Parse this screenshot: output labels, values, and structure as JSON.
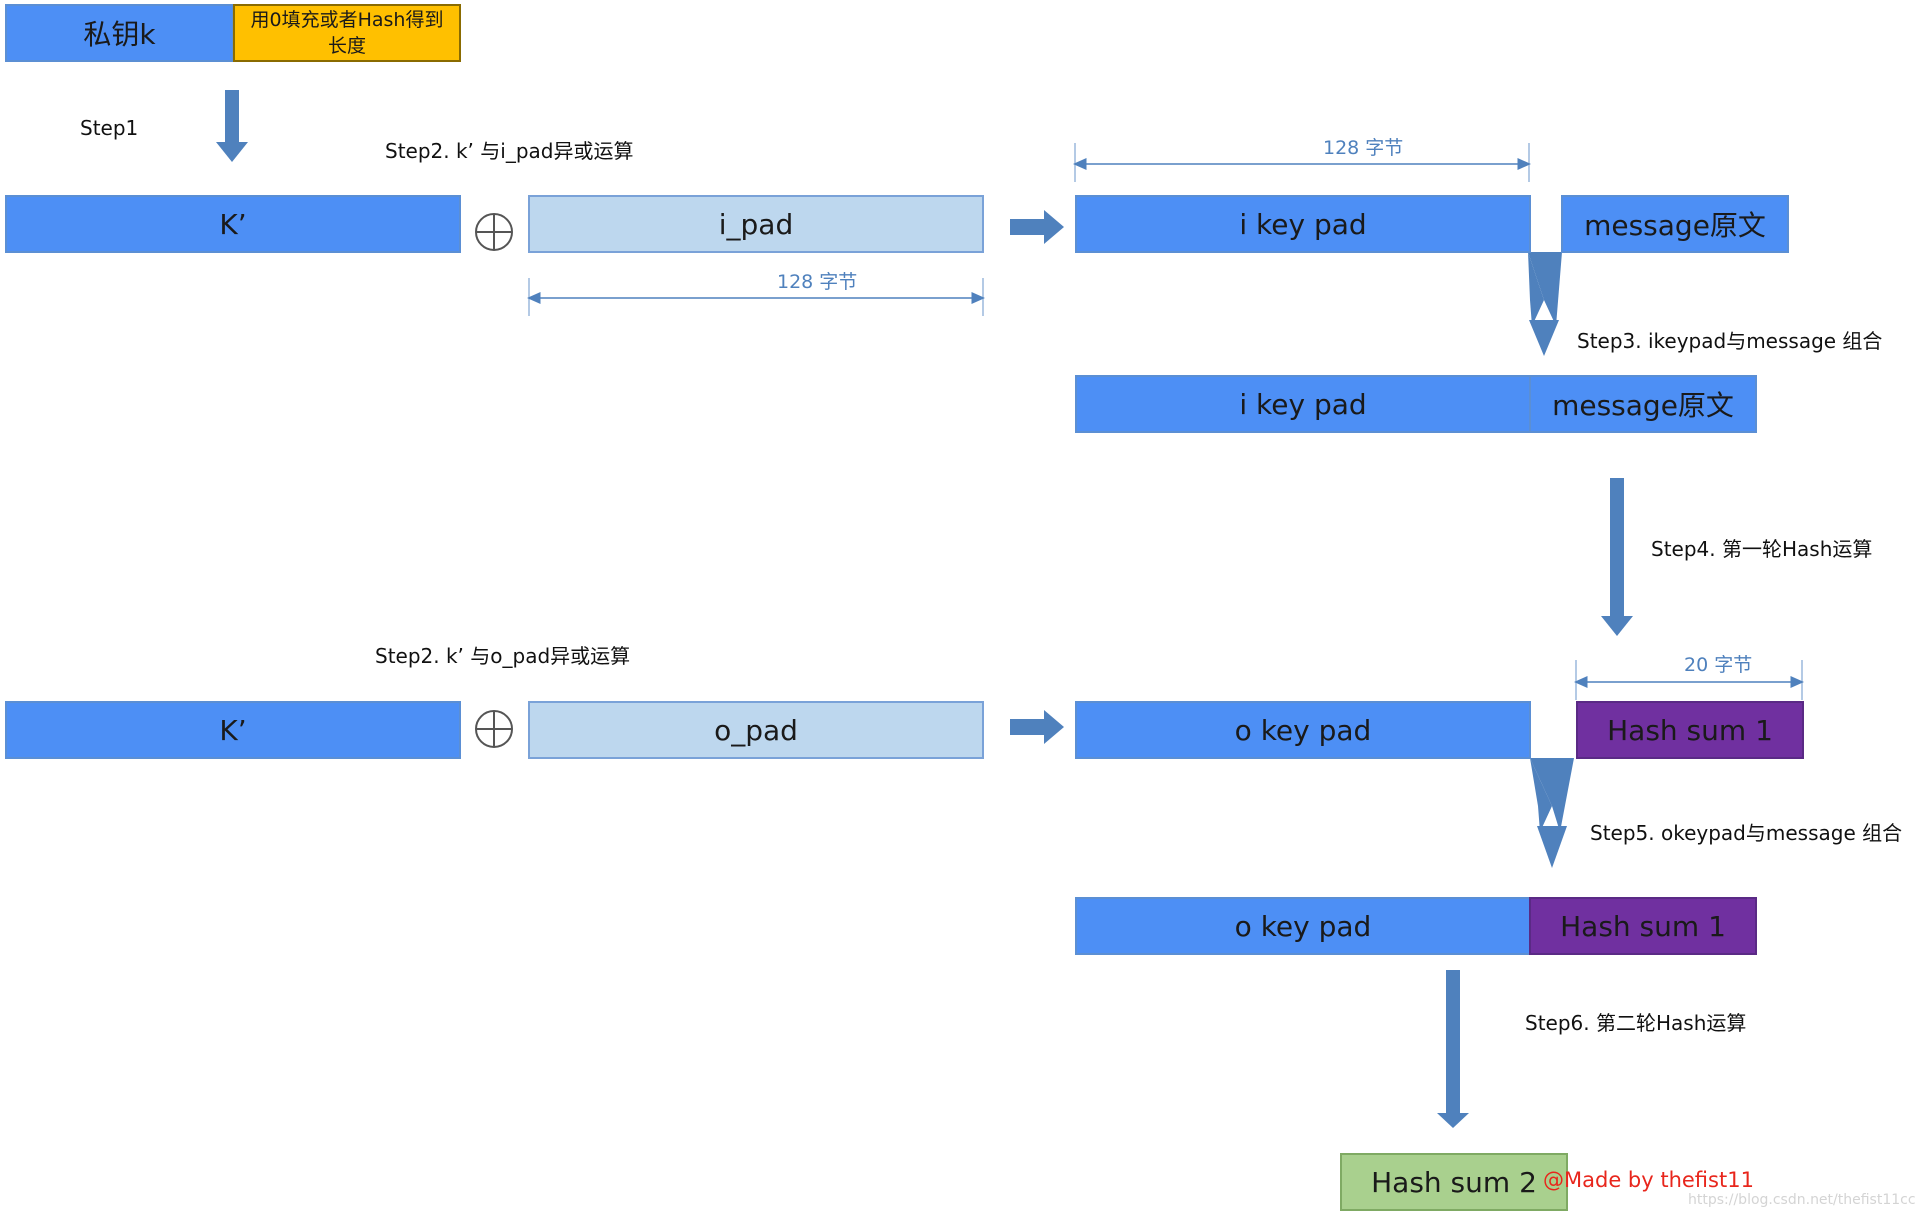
{
  "key": {
    "label": "私钥k",
    "pad_note": "用0填充或者Hash得到\n长度"
  },
  "steps": {
    "s1": "Step1",
    "s2i": "Step2. k’ 与i_pad异或运算",
    "s3": "Step3. ikeypad与message 组合",
    "s4": "Step4. 第一轮Hash运算",
    "s2o": "Step2. k’ 与o_pad异或运算",
    "s5": "Step5. okeypad与message 组合",
    "s6": "Step6. 第二轮Hash运算"
  },
  "blocks": {
    "kprime": "K’",
    "ipad": "i_pad",
    "opad": "o_pad",
    "ikeypad": "i key pad",
    "okeypad": "o key pad",
    "message": "message原文",
    "hash1": "Hash sum 1",
    "hash2": "Hash sum 2"
  },
  "dims": {
    "d128": "128 字节",
    "d20": "20 字节"
  },
  "credit": "@Made by thefist11",
  "watermark": "https://blog.csdn.net/thefist11cc",
  "colors": {
    "key_blue": "#4d8ff5",
    "pad_lightblue": "#bdd7ee",
    "hash_purple": "#7030a0",
    "note_orange": "#ffc000",
    "result_green": "#a9d08e",
    "arrow_steelblue": "#4f81bd",
    "credit_red": "#e8261c"
  }
}
